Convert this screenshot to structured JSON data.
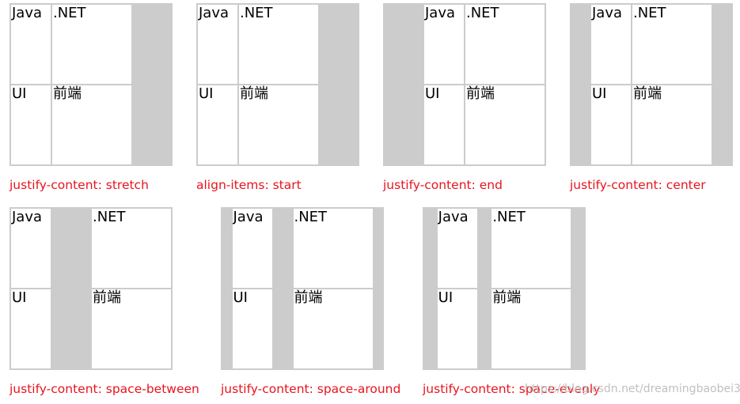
{
  "cells": {
    "java": "Java",
    "dotnet": ".NET",
    "ui": "UI",
    "frontend": "前端"
  },
  "demos": [
    {
      "caption": "justify-content: stretch",
      "justify": "start"
    },
    {
      "caption": "align-items: start",
      "justify": "start"
    },
    {
      "caption": "justify-content: end",
      "justify": "end"
    },
    {
      "caption": "justify-content: center",
      "justify": "center"
    },
    {
      "caption": "justify-content: space-between",
      "justify": "space-between"
    },
    {
      "caption": "justify-content: space-around",
      "justify": "space-around"
    },
    {
      "caption": "justify-content: space-evenly",
      "justify": "space-evenly"
    }
  ],
  "watermark": "https://blog.csdn.net/dreamingbaobei3",
  "colors": {
    "grid_background": "#cccccc",
    "cell_background": "#ffffff",
    "caption": "#e8141e"
  }
}
